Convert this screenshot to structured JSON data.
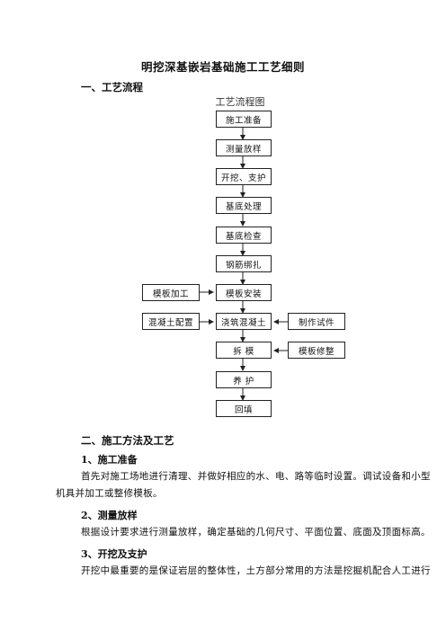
{
  "document": {
    "title": "明挖深基嵌岩基础施工工艺细则",
    "section1_heading": "一、工艺流程",
    "flowchart": {
      "title": "工艺流程图",
      "steps": [
        "施工准备",
        "测量放样",
        "开挖、支护",
        "基底处理",
        "基底检查",
        "钢筋绑扎",
        "模板安装",
        "浇筑混凝土",
        "拆  模",
        "养  护",
        "回填"
      ],
      "side_left": [
        "模板加工",
        "混凝土配置"
      ],
      "side_right": [
        "制作试件",
        "模板修整"
      ]
    },
    "section2_heading": "二、施工方法及工艺",
    "sub1_heading": "1、施工准备",
    "sub1_text_line1": "首先对施工场地进行清理、并做好相应的水、电、路等临时设置。调试设备和小型",
    "sub1_text_line2": "机具并加工或整修模板。",
    "sub2_heading": "2、测量放样",
    "sub2_text": "根据设计要求进行测量放样，确定基础的几何尺寸、平面位置、底面及顶面标高。",
    "sub3_heading": "3、开挖及支护",
    "sub3_text": "开挖中最重要的是保证岩层的整体性，土方部分常用的方法是挖掘机配合人工进行"
  }
}
